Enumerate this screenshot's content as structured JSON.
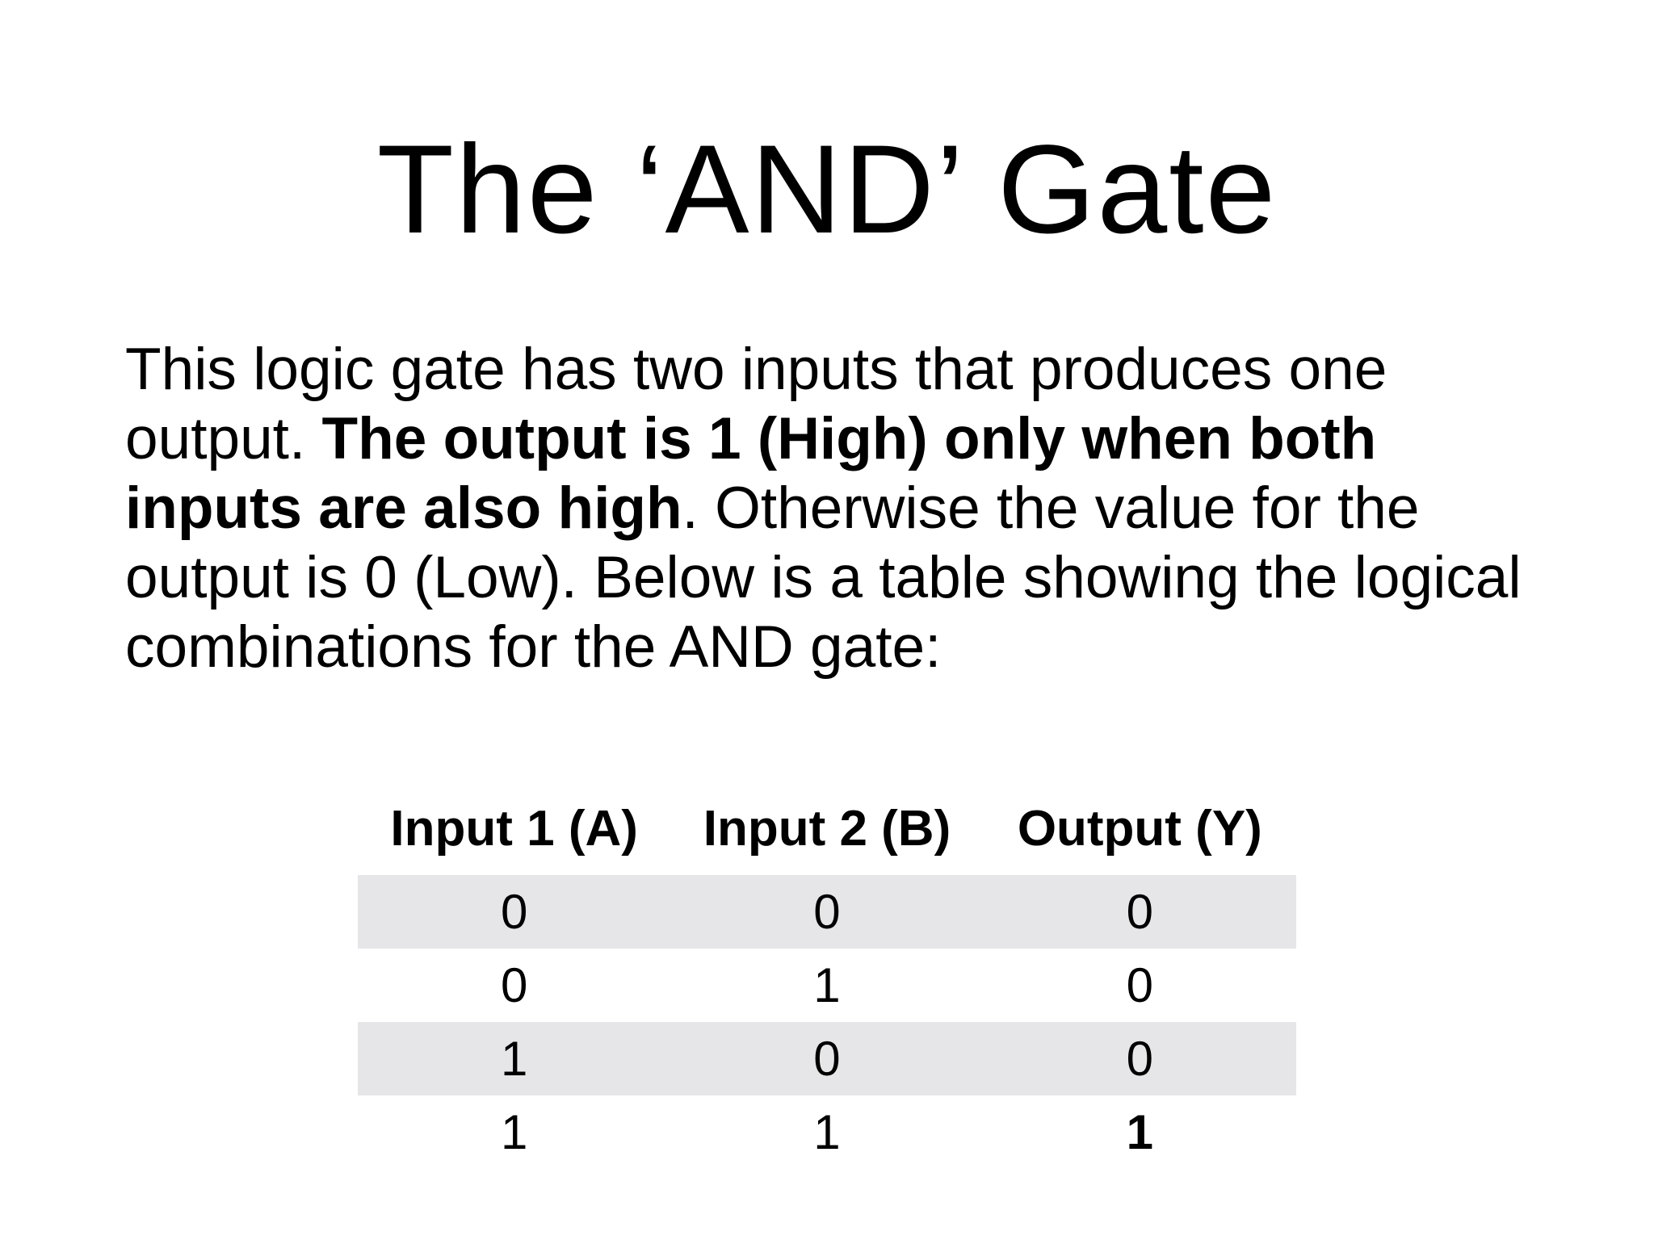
{
  "slide": {
    "background_color": "#ffffff",
    "text_color": "#000000",
    "title": "The ‘AND’ Gate",
    "paragraph": {
      "lines": [
        {
          "runs": [
            {
              "text": "This logic gate has two inputs that produces one",
              "bold": false
            }
          ]
        },
        {
          "runs": [
            {
              "text": "output. ",
              "bold": false
            },
            {
              "text": "The output is 1 (High) only when both",
              "bold": true
            }
          ]
        },
        {
          "runs": [
            {
              "text": "inputs are also high",
              "bold": true
            },
            {
              "text": ". Otherwise the value for the",
              "bold": false
            }
          ]
        },
        {
          "runs": [
            {
              "text": "output is 0 (Low). Below is a table showing the logical",
              "bold": false
            }
          ]
        },
        {
          "runs": [
            {
              "text": "combinations for the AND gate:",
              "bold": false
            }
          ]
        }
      ]
    },
    "truth_table": {
      "shaded_row_color": "#e6e6e8",
      "headers": [
        "Input 1 (A)",
        "Input 2 (B)",
        "Output (Y)"
      ],
      "rows": [
        {
          "shaded": true,
          "cells": [
            {
              "value": "0"
            },
            {
              "value": "0"
            },
            {
              "value": "0"
            }
          ]
        },
        {
          "shaded": false,
          "cells": [
            {
              "value": "0"
            },
            {
              "value": "1"
            },
            {
              "value": "0"
            }
          ]
        },
        {
          "shaded": true,
          "cells": [
            {
              "value": "1"
            },
            {
              "value": "0"
            },
            {
              "value": "0"
            }
          ]
        },
        {
          "shaded": false,
          "cells": [
            {
              "value": "1"
            },
            {
              "value": "1"
            },
            {
              "value": "1",
              "bold": true
            }
          ]
        }
      ]
    }
  }
}
